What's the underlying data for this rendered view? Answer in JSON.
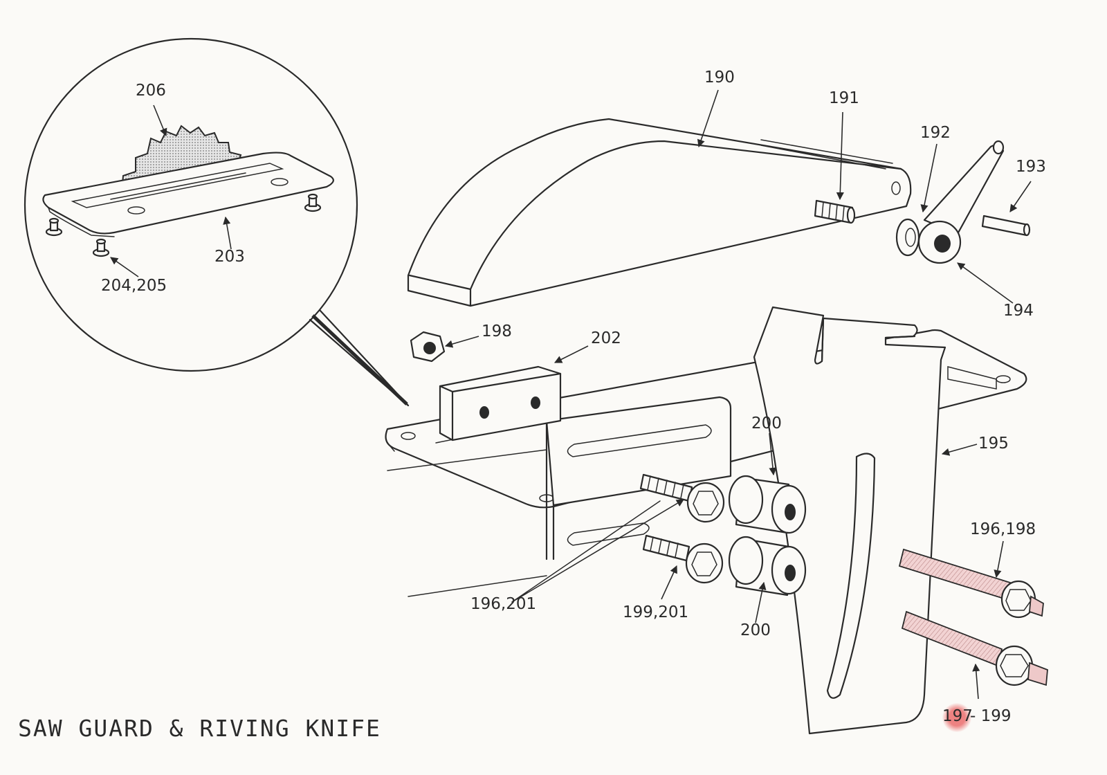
{
  "title": "SAW GUARD & RIVING KNIFE",
  "labels": {
    "p190": "190",
    "p191": "191",
    "p192": "192",
    "p193": "193",
    "p194": "194",
    "p195": "195",
    "p196_198": "196,198",
    "p196_201": "196,201",
    "p197": "197",
    "p197_dash_199": "- 199",
    "p198": "198",
    "p199_201": "199,201",
    "p200_top": "200",
    "p200_bottom": "200",
    "p202": "202",
    "p203": "203",
    "p204_205": "204,205",
    "p206": "206"
  },
  "highlight": {
    "part": "197",
    "color": "#e85a5a"
  }
}
